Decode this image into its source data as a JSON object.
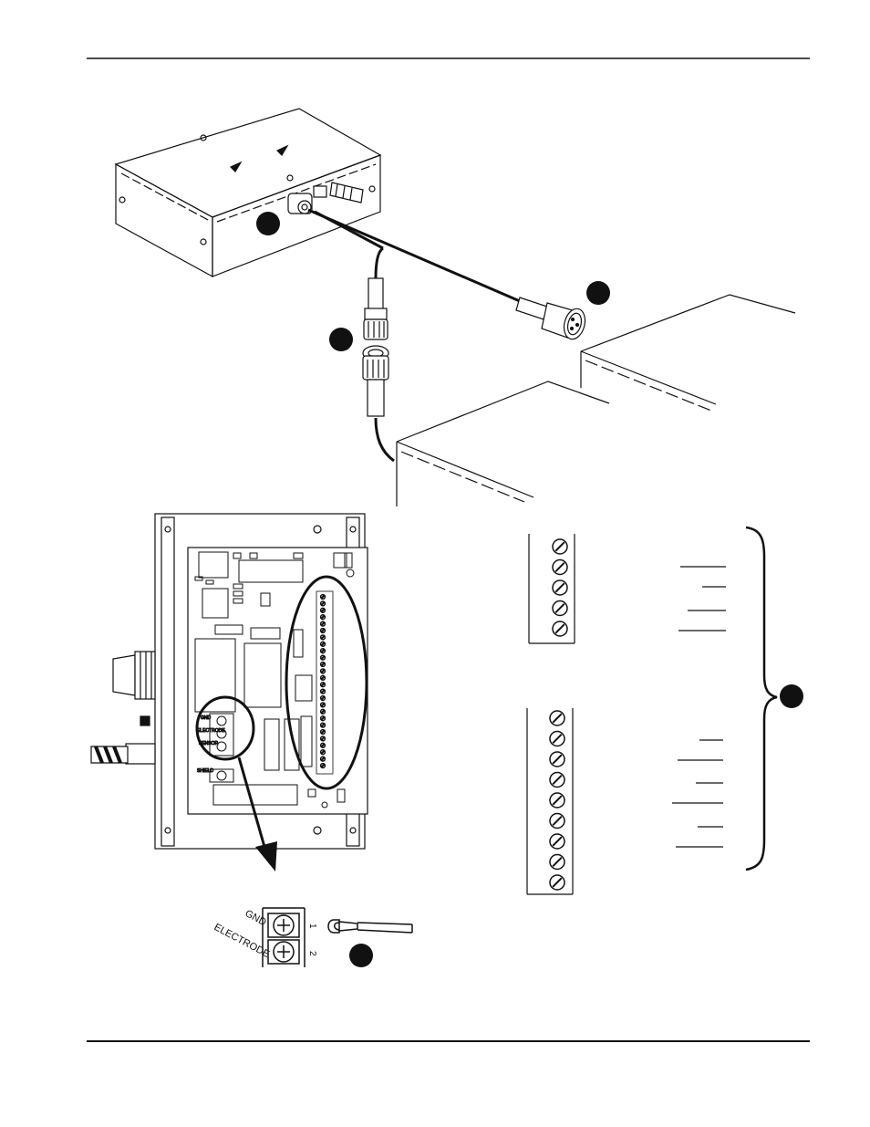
{
  "figure": {
    "terminal_labels": {
      "gnd": "GND",
      "electrode": "ELECTRODE",
      "num_1": "1",
      "num_2": "2"
    },
    "board_terminal_labels": {
      "gnd": "GND",
      "electrode": "ELECTRODE",
      "sensor": "SENSOR",
      "shield": "SHIELD"
    },
    "callouts": [
      "",
      "",
      "",
      "",
      ""
    ],
    "colors": {
      "ink": "#111111",
      "background": "#ffffff"
    }
  }
}
